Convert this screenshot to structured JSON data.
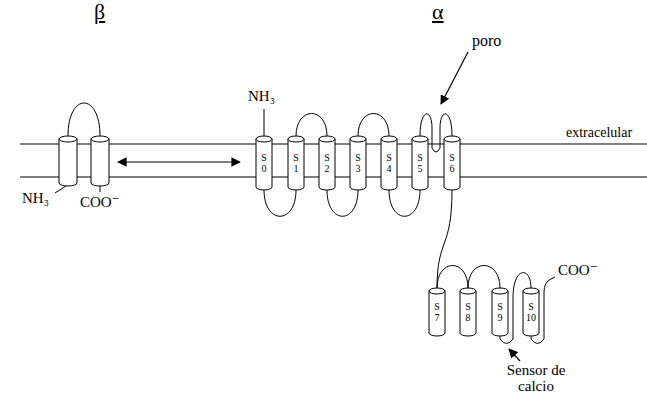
{
  "diagram": {
    "nodes": [
      {
        "text": [
          "S 0"
        ]
      },
      {
        "text": [
          "S 1"
        ]
      },
      {
        "text": [
          "S 2"
        ]
      },
      {
        "text": [
          "S 3"
        ]
      },
      {
        "text": [
          "S 4"
        ]
      },
      {
        "text": [
          "S 5"
        ]
      },
      {
        "text": [
          "S 6"
        ]
      },
      {
        "text": [
          "S 7"
        ]
      },
      {
        "text": [
          "S 8"
        ]
      },
      {
        "text": [
          "S 9"
        ]
      },
      {
        "text": [
          "S 10"
        ]
      }
    ],
    "edges": [
      {
        "from": 0,
        "to": 1,
        "arrow": "none"
      },
      {
        "from": 1,
        "to": 2,
        "arrow": "none"
      },
      {
        "from": 2,
        "to": 3,
        "arrow": "none"
      },
      {
        "from": 3,
        "to": 4,
        "arrow": "none"
      },
      {
        "from": 4,
        "to": 5,
        "arrow": "none"
      },
      {
        "from": 5,
        "to": 6,
        "arrow": "none"
      },
      {
        "from": 6,
        "to": 7,
        "arrow": "none"
      },
      {
        "from": 7,
        "to": 8,
        "arrow": "none"
      },
      {
        "from": 8,
        "to": 9,
        "arrow": "none"
      },
      {
        "from": 9,
        "to": 10,
        "arrow": "none"
      }
    ],
    "labels": [
      "β",
      "α",
      "NH₃",
      "COO⁻",
      "NH₃",
      "poro",
      "extracelular",
      "COO⁻",
      "Sensor de calcio"
    ]
  }
}
